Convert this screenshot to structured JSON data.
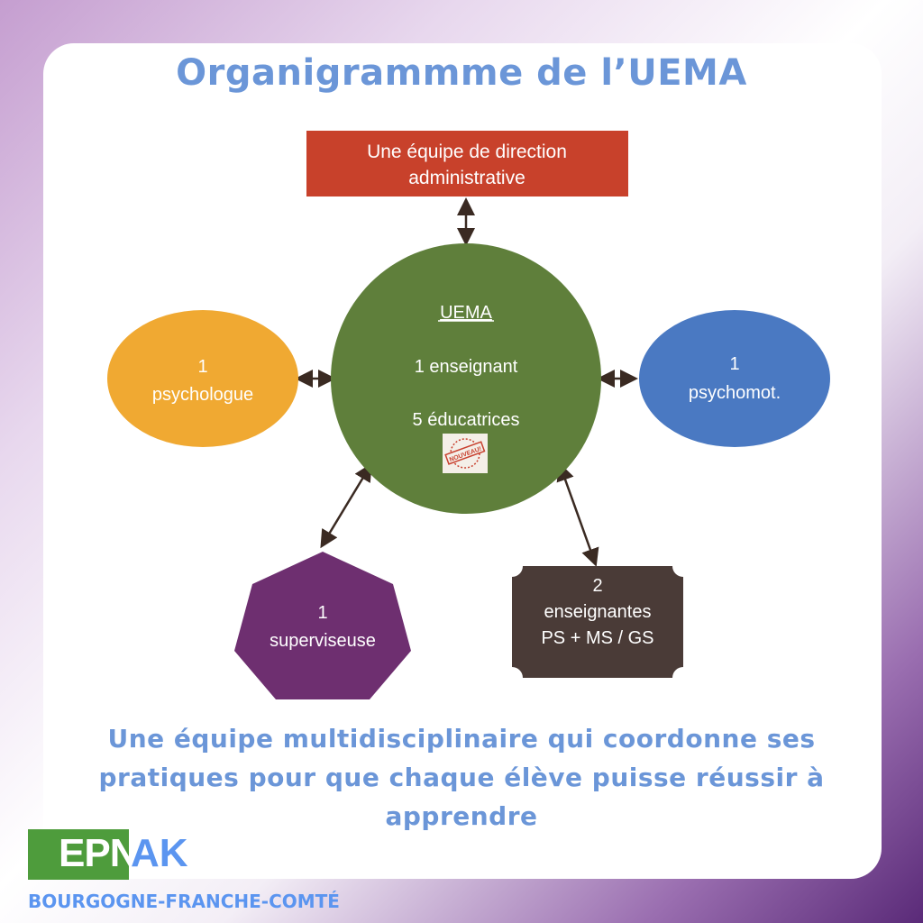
{
  "title": "Organigrammme de l’UEMA",
  "nodes": {
    "direction": {
      "line1": "Une équipe de direction",
      "line2": "administrative",
      "color": "#c8412b"
    },
    "uema": {
      "heading": "UEMA",
      "line1": "1 enseignant",
      "line2": "5 éducatrices",
      "stamp": "NOUVEAU!",
      "color": "#5f7f3b"
    },
    "psychologue": {
      "line1": "1",
      "line2": "psychologue",
      "color": "#f0a932"
    },
    "psychomot": {
      "line1": "1",
      "line2": "psychomot.",
      "color": "#4a79c2"
    },
    "superviseuse": {
      "line1": "1",
      "line2": "superviseuse",
      "color": "#6e2f70"
    },
    "enseignantes": {
      "line1": "2",
      "line2": "enseignantes",
      "line3": "PS + MS / GS",
      "color": "#4a3b37"
    }
  },
  "caption": {
    "line1": "Une équipe multidisciplinaire qui coordonne ses",
    "line2": "pratiques pour que chaque élève puisse réussir à",
    "line3": "apprendre"
  },
  "logo": {
    "part1": "EPN",
    "part2": "AK",
    "region": "BOURGOGNE-FRANCHE-COMTÉ"
  }
}
